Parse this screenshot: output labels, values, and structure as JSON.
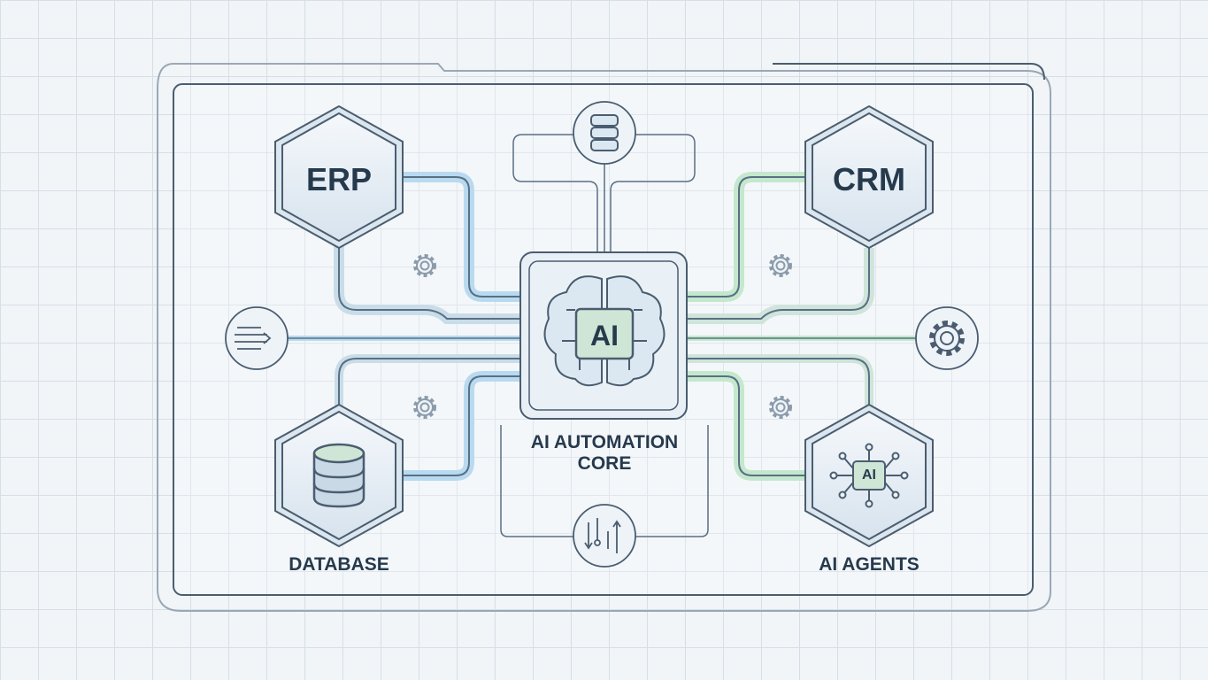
{
  "nodes": {
    "erp": {
      "label": "ERP"
    },
    "crm": {
      "label": "CRM"
    },
    "database": {
      "label": "DATABASE"
    },
    "ai_agents": {
      "label": "AI AGENTS",
      "badge": "AI"
    }
  },
  "core": {
    "badge": "AI",
    "title_line1": "AI AUTOMATION",
    "title_line2": "CORE"
  },
  "colors": {
    "stroke": "#4a5d70",
    "blue_line": "#9cc8e6",
    "green_line": "#a9dcb6",
    "text": "#263a4d",
    "ai_chip": "#cfe6d6"
  }
}
